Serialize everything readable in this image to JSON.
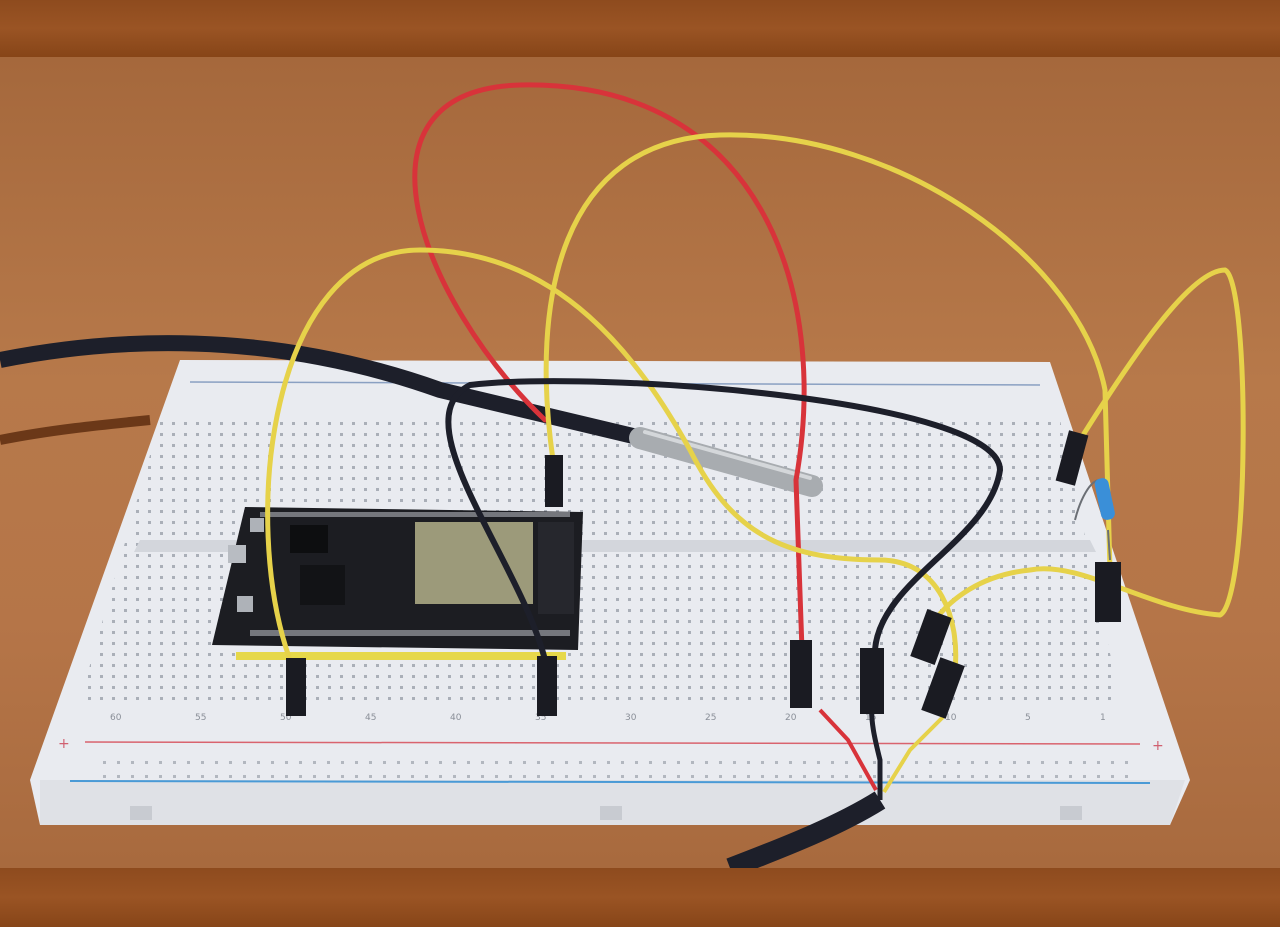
{
  "scene": {
    "subject": "ESP32 development board on solderless breadboard with DS18B20 waterproof temperature probe",
    "surface": "wooden table",
    "colors": {
      "wood_band": "#8e4b1e",
      "wood_table": "#b7794a",
      "breadboard": "#eceef2",
      "rail_red": "#d9636e",
      "rail_blue": "#4a9ad6",
      "board_pcb": "#1c1d22",
      "module_shield": "#9c9a7a",
      "wire_red": "#d8333a",
      "wire_yellow": "#e6d24a",
      "wire_black": "#1d1f2a",
      "probe_steel": "#a8acb0",
      "resistor": "#3a8fd8"
    }
  },
  "breadboard": {
    "column_labels_bottom": [
      "60",
      "55",
      "50",
      "45",
      "40",
      "35",
      "30",
      "25",
      "20",
      "15",
      "10",
      "5",
      "1"
    ],
    "rail_markers": {
      "plus": "+",
      "minus": "-"
    }
  },
  "components": {
    "microcontroller": "ESP32 DevKit",
    "sensor": "DS18B20 stainless steel probe",
    "resistor": "pull-up resistor (blue)",
    "wires": [
      "red",
      "yellow",
      "yellow",
      "yellow",
      "black",
      "black"
    ]
  }
}
